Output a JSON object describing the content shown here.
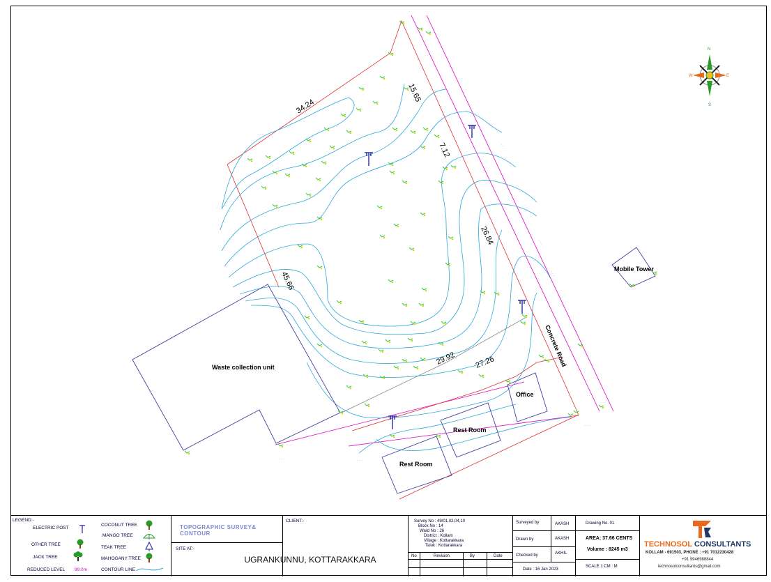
{
  "drawing": {
    "labels": {
      "waste": "Waste collection unit",
      "mobile_tower": "Mobile Tower",
      "office": "Office",
      "rest_room_1": "Rest Room",
      "rest_room_2": "Rest Room",
      "road": "Concrete Road"
    },
    "dimensions": {
      "d1": "34.24",
      "d2": "15.65",
      "d3": "7.12",
      "d4": "26.84",
      "d5": "45.66",
      "d6": "29.92",
      "d7": "27.26"
    },
    "compass": {
      "n": "N",
      "s": "S",
      "e": "E",
      "w": "W"
    }
  },
  "titleblock": {
    "legend": {
      "heading": "LEGEND:-",
      "electric_post": "ELECTRIC POST",
      "other_tree": "OTHER TREE",
      "jack_tree": "JACK TREE",
      "reduced_level": "REDUCED LEVEL",
      "reduced_level_sample": "99.0m",
      "coconut_tree": "COCONUT TREE",
      "mango_tree": "MANGO TREE",
      "teak_tree": "TEAK TREE",
      "mahogany_tree": "MAHOGANY TREE",
      "contour_line": "CONTOUR LINE"
    },
    "project_title": "TOPOGRAPHIC SURVEY& CONTOUR",
    "client_label": "CLIENT:-",
    "site_label": "SITE AT:-",
    "site": "UGRANKUNNU, KOTTARAKKARA",
    "survey": {
      "survey_no": "Survey No :  49/01,02,04,10",
      "block_no": "Block No  :  14",
      "ward_no": "Ward No  :  26",
      "district": "District  :  Kollam",
      "village": "Village  :  Kottarakkara",
      "taluk": "Taluk  :  Kottarakkara"
    },
    "revision_headers": {
      "no": "No",
      "revision": "Revision",
      "by": "By",
      "date": "Date"
    },
    "surveyed_by_label": "Surveyed by",
    "surveyed_by": "AKASH",
    "drawn_by_label": "Drawn by",
    "drawn_by": "AKASH",
    "checked_by_label": "Checked by",
    "checked_by": "AKHIL",
    "date": "Date : 16 Jan 2023",
    "drawing_no": "Drawing No. 01",
    "area": "AREA: 37.66 CENTS",
    "volume": "Volume : 8245 m3",
    "scale": "SCALE  1  CM  :  M",
    "company": {
      "name_a": "TECHNOSOL",
      "name_b": " CONSULTANTS",
      "address": "KOLLAM - 691503, PHONE : +91 7012230428",
      "phone2": "+91 9946988844",
      "email": "technosolconsultants@gmail.com"
    },
    "colors": {
      "accent": "#e8681c",
      "navy": "#1f3864"
    }
  }
}
